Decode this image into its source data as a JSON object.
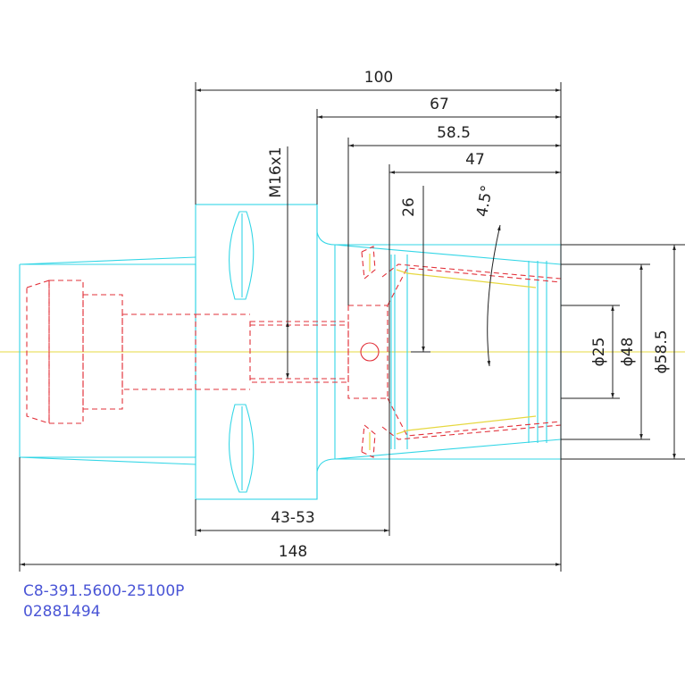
{
  "dimensions": {
    "overall_length": "148",
    "length_100": "100",
    "length_67": "67",
    "length_58_5": "58.5",
    "length_47": "47",
    "length_26": "26",
    "range_43_53": "43-53",
    "thread": "M16x1",
    "angle": "4.5°",
    "dia_25": "ϕ25",
    "dia_48": "ϕ48",
    "dia_58_5": "ϕ58.5"
  },
  "part": {
    "code": "C8-391.5600-25100P",
    "number": "02881494"
  },
  "colors": {
    "outline": "#33d6e6",
    "hidden": "#e2313a",
    "centerline": "#e6d840",
    "dimension": "#222222",
    "label": "#4a55d6"
  }
}
